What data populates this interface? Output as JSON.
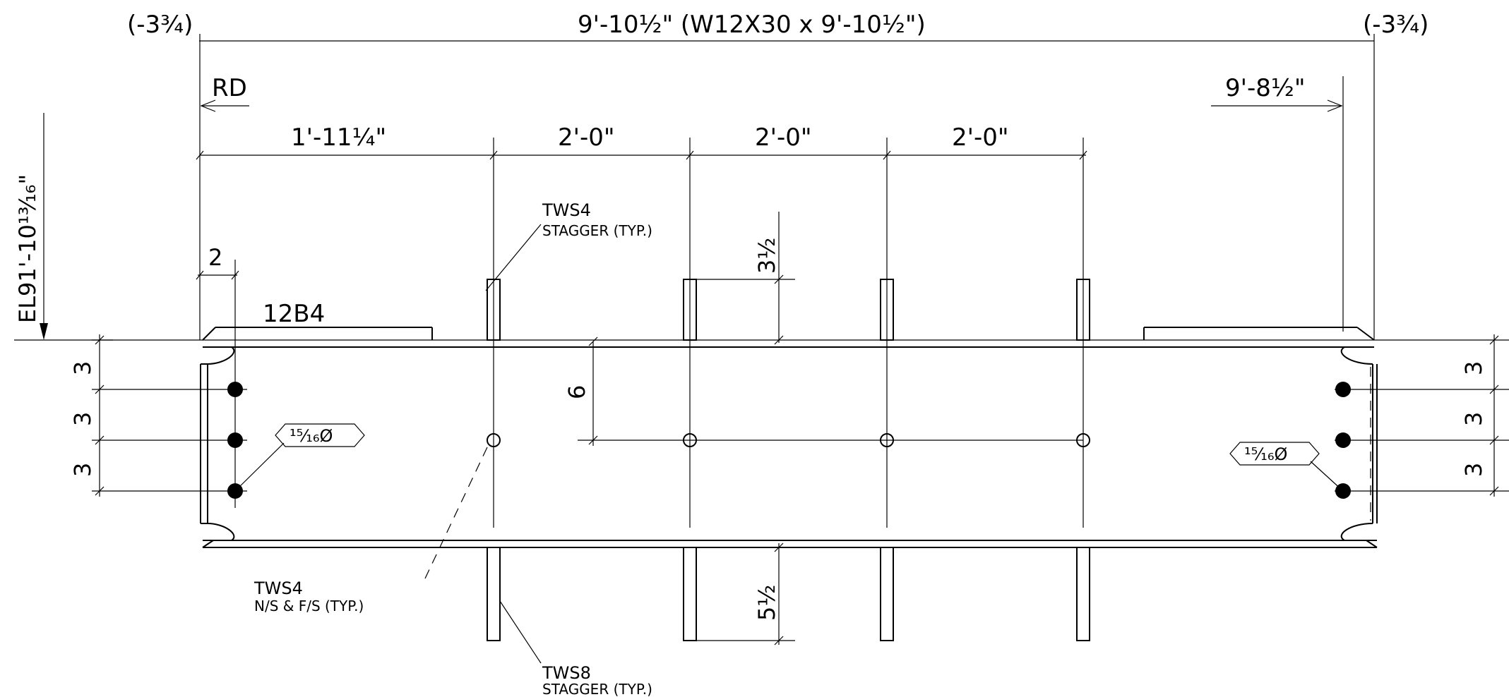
{
  "overall": {
    "left_offset": "(-3¾)",
    "length_title": "9'-10½\" (W12X30 x 9'-10½\")",
    "right_offset": "(-3¾)"
  },
  "reference": {
    "rd": "RD",
    "right_dim": "9'-8½\"",
    "elevation": "EL91'-10¹³⁄₁₆\""
  },
  "spacing": {
    "first": "1'-11¼\"",
    "second": "2'-0\"",
    "third": "2'-0\"",
    "fourth": "2'-0\""
  },
  "details": {
    "edge_dim": "2",
    "cope_mark": "12B4",
    "stiffener_top_dim": "3½",
    "stiffener_bottom_dim": "5½",
    "hole_offset_dim": "6",
    "bolt_pitch_left": [
      "3",
      "3",
      "3"
    ],
    "bolt_pitch_right": [
      "3",
      "3",
      "3"
    ]
  },
  "callouts": {
    "hole_left": "¹⁵⁄₁₆Ø",
    "hole_right": "¹⁵⁄₁₆Ø",
    "tws4_top_mark": "TWS4",
    "tws4_top_note": "STAGGER (TYP.)",
    "tws4_web_mark": "TWS4",
    "tws4_web_note": "N/S & F/S (TYP.)",
    "tws8_mark": "TWS8",
    "tws8_note": "STAGGER (TYP.)"
  }
}
